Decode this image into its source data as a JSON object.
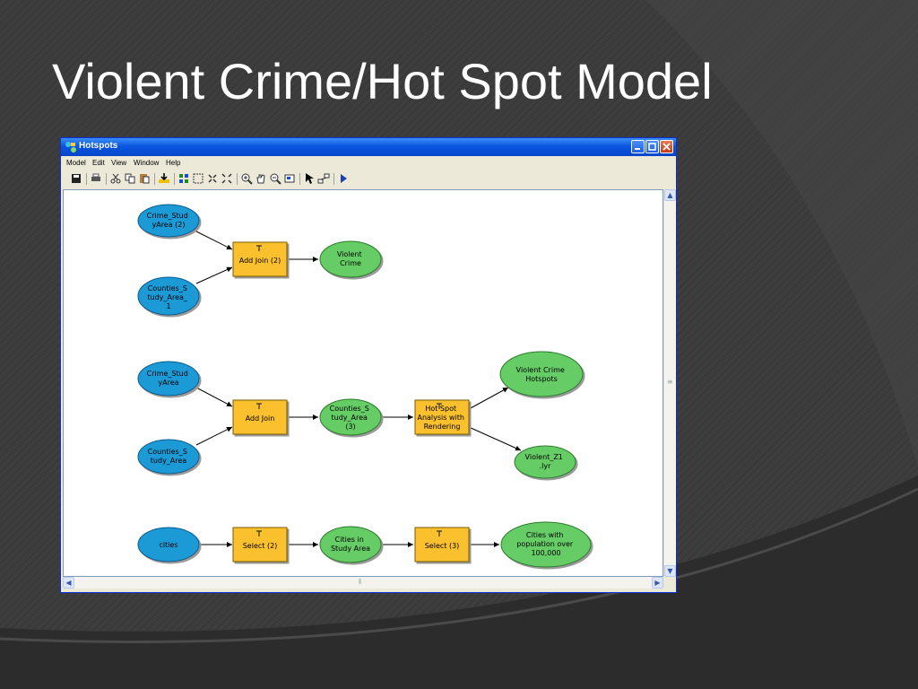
{
  "slide": {
    "title": "Violent Crime/Hot Spot Model"
  },
  "window": {
    "title": "Hotspots",
    "menu": [
      "Model",
      "Edit",
      "View",
      "Window",
      "Help"
    ]
  },
  "toolbar": {
    "icons": [
      "save-icon",
      "print-icon",
      "cut-icon",
      "copy-icon",
      "paste-icon",
      "add-data-icon",
      "auto-layout-icon",
      "full-extent-icon",
      "fixed-zoom-in-icon",
      "fixed-zoom-out-icon",
      "zoom-in-icon",
      "pan-icon",
      "zoom-out-icon",
      "overview-icon",
      "select-icon",
      "connect-icon",
      "run-icon"
    ]
  },
  "colors": {
    "input": "#1c9ad6",
    "tool": "#fbc02d",
    "output": "#66cc66",
    "window_blue": "#0a55e0"
  },
  "model": {
    "row1": {
      "input_a": [
        "Crime_Stud",
        "yArea (2)"
      ],
      "input_b": [
        "Counties_S",
        "tudy_Area_",
        "1"
      ],
      "tool": [
        "Add Join (2)"
      ],
      "output": [
        "Violent",
        "Crime"
      ]
    },
    "row2": {
      "input_a": [
        "Crime_Stud",
        "yArea"
      ],
      "input_b": [
        "Counties_S",
        "tudy_Area"
      ],
      "tool1": [
        "Add Join"
      ],
      "intermediate": [
        "Counties_S",
        "tudy_Area",
        "(3)"
      ],
      "tool2": [
        "Hot Spot",
        "Analysis with",
        "Rendering"
      ],
      "output_a": [
        "Violent Crime",
        "Hotspots"
      ],
      "output_b": [
        "Violent_Z1",
        ".lyr"
      ]
    },
    "row3": {
      "input": [
        "cities"
      ],
      "tool1": [
        "Select (2)"
      ],
      "intermediate": [
        "Cities in",
        "Study Area"
      ],
      "tool2": [
        "Select (3)"
      ],
      "output": [
        "Cities with",
        "population over",
        "100,000"
      ]
    }
  }
}
